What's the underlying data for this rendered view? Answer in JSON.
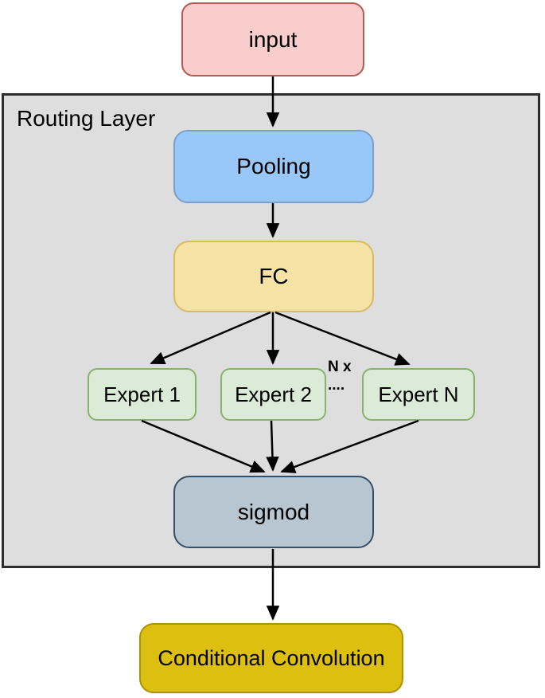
{
  "diagram": {
    "container": {
      "label": "Routing Layer"
    },
    "nodes": {
      "input": {
        "label": "input"
      },
      "pooling": {
        "label": "Pooling"
      },
      "fc": {
        "label": "FC"
      },
      "expert_1": {
        "label": "Expert 1"
      },
      "expert_2": {
        "label": "Expert 2"
      },
      "expert_n": {
        "label": "Expert N"
      },
      "sigmod": {
        "label": "sigmod"
      },
      "conditional_convolution": {
        "label": "Conditional Convolution"
      }
    },
    "annotations": {
      "repeat": {
        "line1": "N x",
        "line2": "...."
      }
    },
    "edges": [
      {
        "from": "input",
        "to": "pooling"
      },
      {
        "from": "pooling",
        "to": "fc"
      },
      {
        "from": "fc",
        "to": "expert_1"
      },
      {
        "from": "fc",
        "to": "expert_2"
      },
      {
        "from": "fc",
        "to": "expert_n"
      },
      {
        "from": "expert_1",
        "to": "sigmod"
      },
      {
        "from": "expert_2",
        "to": "sigmod"
      },
      {
        "from": "expert_n",
        "to": "sigmod"
      },
      {
        "from": "sigmod",
        "to": "conditional_convolution"
      }
    ],
    "colors": {
      "canvas_bg": "#ffffff",
      "container_fill": "#dedede",
      "container_stroke": "#2d2d2d",
      "input_fill": "#f8cdcb",
      "input_stroke": "#b65a52",
      "pooling_fill": "#99c7f7",
      "pooling_stroke": "#7d9fc9",
      "fc_fill": "#f5e3a6",
      "fc_stroke": "#d8b964",
      "expert_fill": "#dcebd7",
      "expert_stroke": "#85b36b",
      "sigmod_fill": "#b8c6d1",
      "sigmod_stroke": "#30506b",
      "conv_fill": "#ddbf10",
      "conv_stroke": "#ac9303",
      "arrow": "#000000",
      "text": "#000000"
    }
  }
}
